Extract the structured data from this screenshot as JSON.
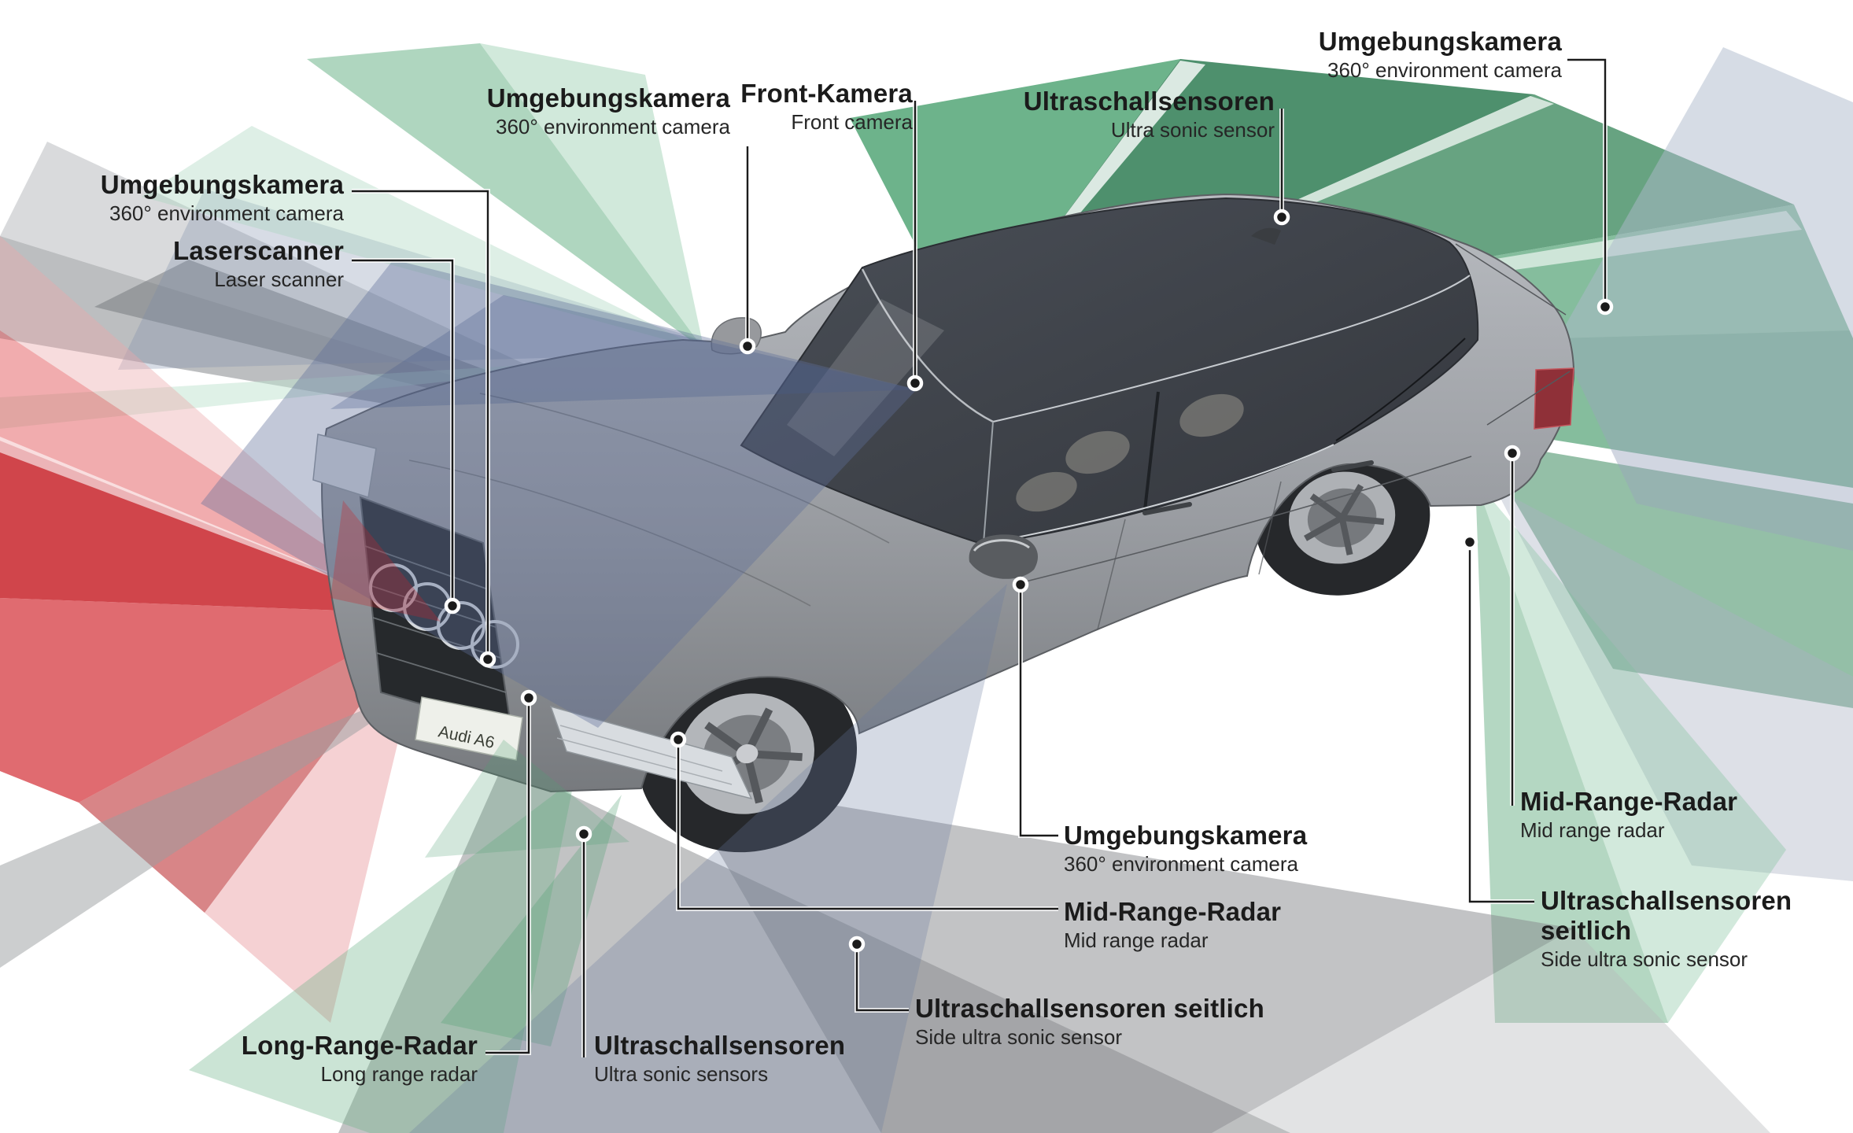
{
  "page": {
    "background": "#ffffff"
  },
  "car": {
    "license_plate": "Audi A6"
  },
  "sensor_colors": {
    "laser_scanner_red": "#c8242b",
    "ultrasonic_green": "#3b8f63",
    "camera_blue": "#5e6f99",
    "radar_gray": "#909294",
    "car_body_gray": "#8f9296"
  },
  "labels": [
    {
      "id": "umgebungskamera-front",
      "title": "Umgebungskamera",
      "subtitle": "360° environment camera"
    },
    {
      "id": "laserscanner",
      "title": "Laserscanner",
      "subtitle": "Laser scanner"
    },
    {
      "id": "umgebungskamera-mirror-left",
      "title": "Umgebungskamera",
      "subtitle": "360° environment camera"
    },
    {
      "id": "front-kamera",
      "title": "Front-Kamera",
      "subtitle": "Front camera"
    },
    {
      "id": "ultraschallsensoren-top",
      "title": "Ultraschallsensoren",
      "subtitle": "Ultra sonic sensor"
    },
    {
      "id": "umgebungskamera-rear",
      "title": "Umgebungskamera",
      "subtitle": "360° environment camera"
    },
    {
      "id": "mid-range-radar-right",
      "title": "Mid-Range-Radar",
      "subtitle": "Mid range radar"
    },
    {
      "id": "ultraschallsensoren-seitlich-right",
      "title": "Ultraschallsensoren seitlich",
      "subtitle": "Side ultra sonic sensor"
    },
    {
      "id": "umgebungskamera-mirror-right",
      "title": "Umgebungskamera",
      "subtitle": "360° environment camera"
    },
    {
      "id": "mid-range-radar-mid",
      "title": "Mid-Range-Radar",
      "subtitle": "Mid range radar"
    },
    {
      "id": "ultraschallsensoren-seitlich-mid",
      "title": "Ultraschallsensoren seitlich",
      "subtitle": "Side ultra sonic sensor"
    },
    {
      "id": "long-range-radar",
      "title": "Long-Range-Radar",
      "subtitle": "Long range radar"
    },
    {
      "id": "ultraschallsensoren-bottom",
      "title": "Ultraschallsensoren",
      "subtitle": "Ultra sonic sensors"
    }
  ]
}
